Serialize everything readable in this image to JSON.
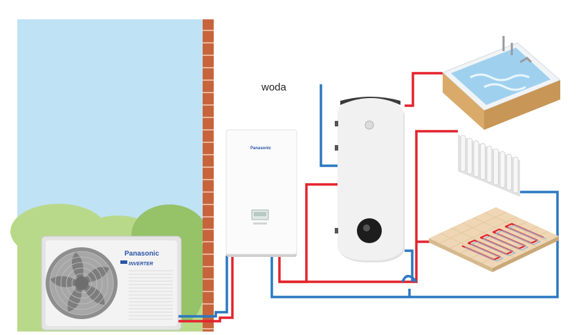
{
  "labels": {
    "water": "woda",
    "outdoor_brand": "Panasonic",
    "outdoor_series": "INVERTER",
    "indoor_brand": "Panasonic"
  },
  "colors": {
    "sky": "#bfe2f4",
    "brick": "#c8643c",
    "bush_light": "#b9d98a",
    "bush_dark": "#96c268",
    "hot_pipe": "#e4232d",
    "cold_pipe": "#2b78c2",
    "unit_body": "#eeeeee",
    "panasonic_blue": "#2a54a6",
    "tank_body": "#f1f1f1",
    "tank_cap": "#3a3a3a",
    "wood": "#d9aa6a",
    "floor_tile": "#efd6b4"
  },
  "icons": {
    "outdoor_unit": "heat-pump-outdoor-unit-icon",
    "fan": "fan-icon",
    "indoor_unit": "hydrobox-icon",
    "tank": "hot-water-tank-icon",
    "bathtub": "bathtub-icon",
    "radiator": "radiator-icon",
    "underfloor": "underfloor-heating-icon"
  }
}
